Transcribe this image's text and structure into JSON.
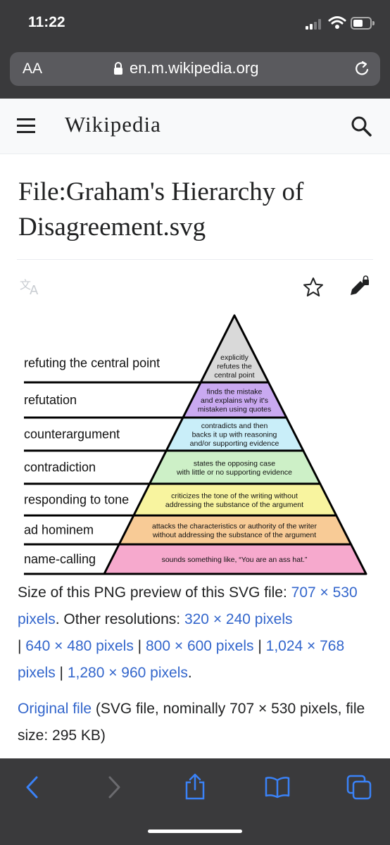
{
  "status": {
    "time": "11:22"
  },
  "browser": {
    "text_size_label": "AA",
    "url": "en.m.wikipedia.org"
  },
  "wiki": {
    "wordmark": "Wikipedia"
  },
  "page": {
    "title": "File:Graham's Hierarchy of Disagreement.svg"
  },
  "pyramid": {
    "levels": [
      {
        "label": "refuting the central point",
        "lines": [
          "explicitly",
          "refutes the",
          "central point"
        ],
        "color": "#d9d9d9"
      },
      {
        "label": "refutation",
        "lines": [
          "finds the mistake",
          "and explains why it's",
          "mistaken using quotes"
        ],
        "color": "#c9a9f0"
      },
      {
        "label": "counterargument",
        "lines": [
          "contradicts and then",
          "backs it up with reasoning",
          "and/or supporting evidence"
        ],
        "color": "#c9eef9"
      },
      {
        "label": "contradiction",
        "lines": [
          "states the opposing case",
          "with little or no supporting evidence"
        ],
        "color": "#cdf0c7"
      },
      {
        "label": "responding to tone",
        "lines": [
          "criticizes the tone of the writing without",
          "addressing the substance of the argument"
        ],
        "color": "#f8f49f"
      },
      {
        "label": "ad hominem",
        "lines": [
          "attacks the characteristics or authority of the writer",
          "without addressing the substance of the argument"
        ],
        "color": "#f8cb96"
      },
      {
        "label": "name-calling",
        "lines": [
          "sounds something like, “You are an ass hat.”"
        ],
        "color": "#f6a9cd"
      }
    ]
  },
  "file_info": {
    "size_prefix": "Size of this PNG preview of this SVG file: ",
    "size_link": "707 × 530 pixels",
    "other_prefix": ". Other resolutions: ",
    "res": [
      "320 × 240 pixels",
      "640 × 480 pixels",
      "800 × 600 pixels",
      "1,024 × 768 pixels",
      "1,280 × 960 pixels"
    ],
    "sep": " | ",
    "end": ".",
    "original_link": "Original file",
    "original_rest": " (SVG file, nominally 707 × 530 pixels, file size: 295 KB)"
  }
}
